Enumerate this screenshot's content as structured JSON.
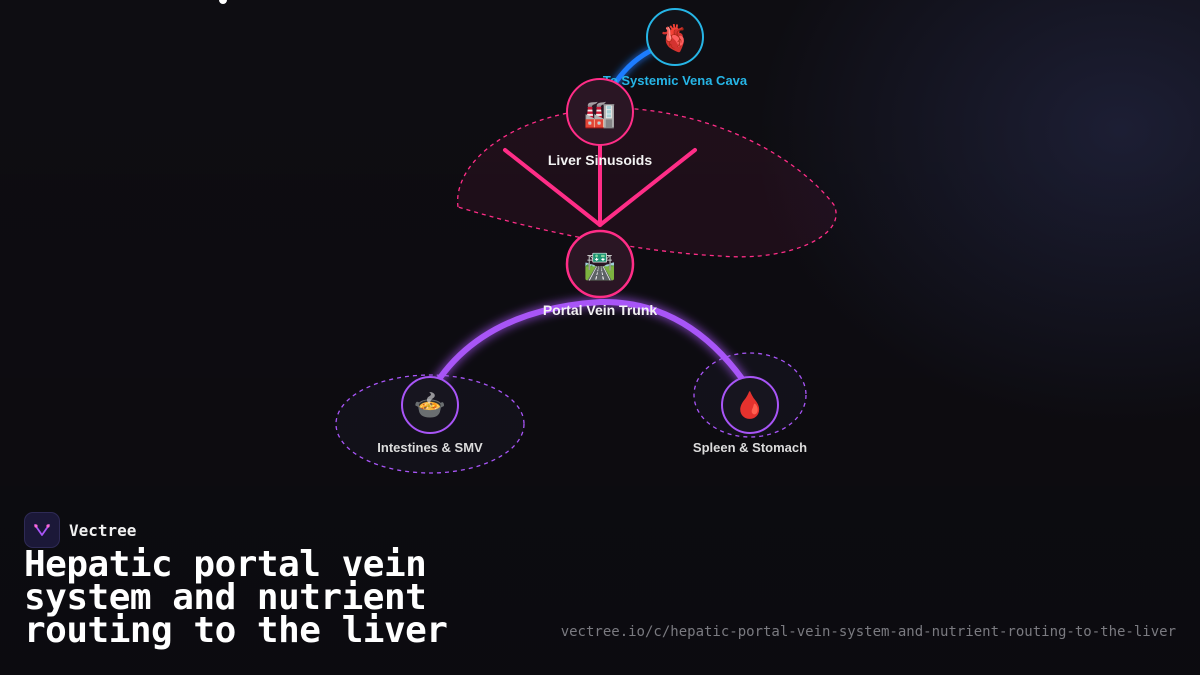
{
  "brand": {
    "name": "Vectree",
    "url": "vectree.io/c/hepatic-portal-vein-system-and-nutrient-routing-to-the-liver"
  },
  "title": "Hepatic portal vein system and nutrient routing to the liver",
  "colors": {
    "background": "#0e0d12",
    "pink": "#ff2d87",
    "purple": "#a855f7",
    "blue": "#1e7bff",
    "cyan": "#26b5e6"
  },
  "nodes": {
    "heart": {
      "label": "To Systemic Vena Cava",
      "icon": "heart-icon",
      "glyph": "🫀"
    },
    "sinusoids": {
      "label": "Liver Sinusoids",
      "icon": "factory-icon",
      "glyph": "🏭"
    },
    "trunk": {
      "label": "Portal Vein Trunk",
      "icon": "highway-icon",
      "glyph": "🛣️"
    },
    "intestines": {
      "label": "Intestines & SMV",
      "icon": "pot-of-food-icon",
      "glyph": "🍲"
    },
    "spleen": {
      "label": "Spleen & Stomach",
      "icon": "blood-drop-icon",
      "glyph": "🩸"
    }
  }
}
